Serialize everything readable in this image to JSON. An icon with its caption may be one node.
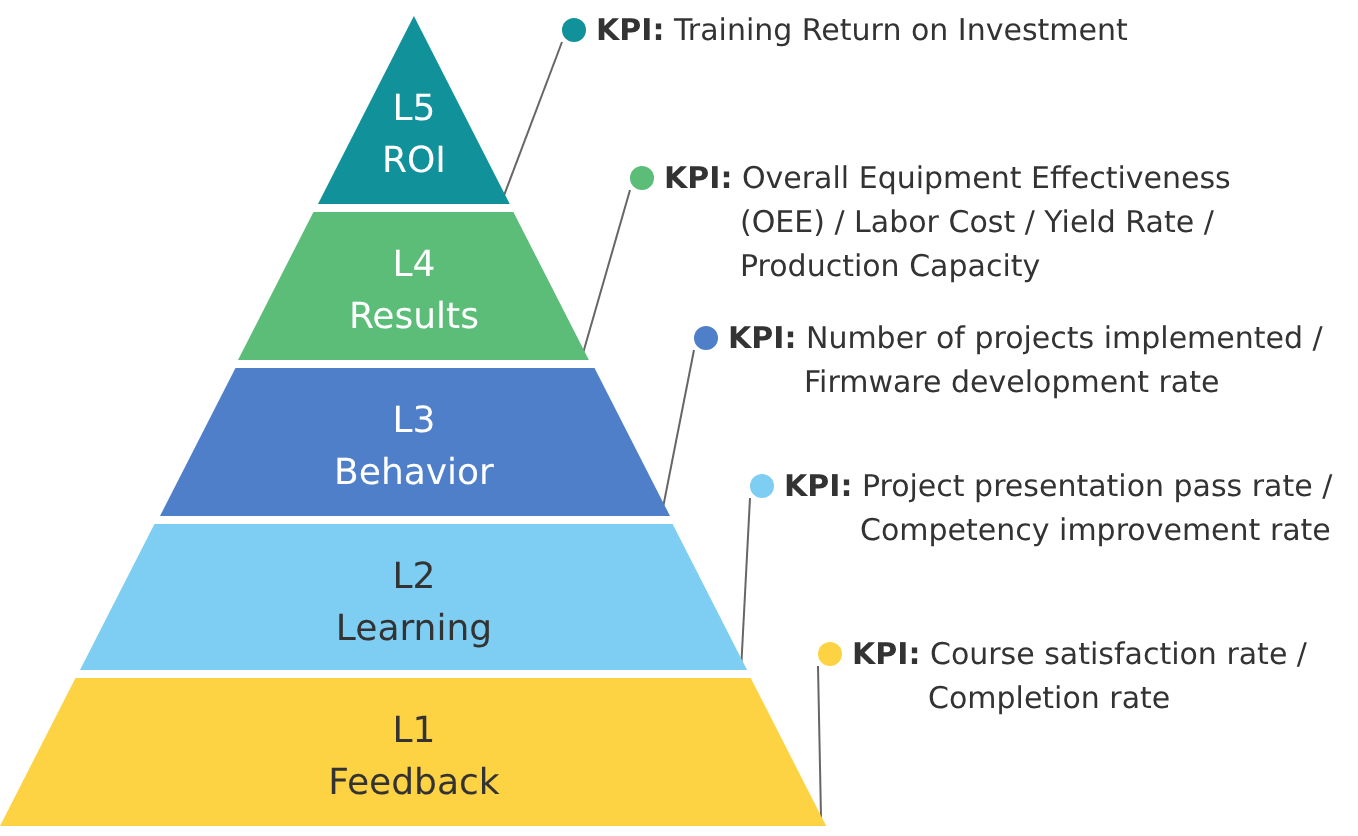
{
  "diagram": {
    "nodes": [
      {
        "text": [
          "L5",
          "ROI"
        ]
      },
      {
        "text": [
          "L4",
          "Results"
        ]
      },
      {
        "text": [
          "L3",
          "Behavior"
        ]
      },
      {
        "text": [
          "L2",
          "Learning"
        ]
      },
      {
        "text": [
          "L1",
          "Feedback"
        ]
      },
      {
        "text": [
          "**KPI:** Training Return on Investment"
        ]
      },
      {
        "text": [
          "**KPI:** Overall Equipment Effectiveness (OEE) / Labor Cost / Yield Rate / Production Capacity"
        ]
      },
      {
        "text": [
          "**KPI:** Number of projects implemented / Firmware development rate"
        ]
      },
      {
        "text": [
          "**KPI:** Project presentation pass rate / Competency improvement rate"
        ]
      },
      {
        "text": [
          "**KPI:** Course satisfaction rate / Completion rate"
        ]
      }
    ],
    "edges": [
      {
        "from": 5,
        "to": 0,
        "arrow": "none"
      },
      {
        "from": 6,
        "to": 1,
        "arrow": "none"
      },
      {
        "from": 7,
        "to": 2,
        "arrow": "none"
      },
      {
        "from": 8,
        "to": 3,
        "arrow": "none"
      },
      {
        "from": 9,
        "to": 4,
        "arrow": "none"
      }
    ]
  }
}
